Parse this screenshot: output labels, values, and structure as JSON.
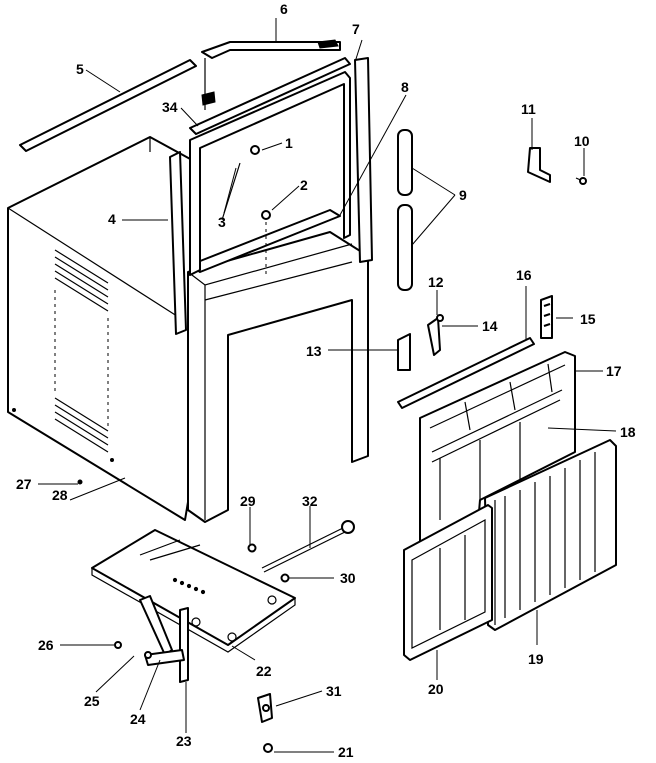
{
  "callouts": [
    {
      "n": "1"
    },
    {
      "n": "2"
    },
    {
      "n": "3"
    },
    {
      "n": "4"
    },
    {
      "n": "5"
    },
    {
      "n": "6"
    },
    {
      "n": "7"
    },
    {
      "n": "8"
    },
    {
      "n": "9"
    },
    {
      "n": "10"
    },
    {
      "n": "11"
    },
    {
      "n": "12"
    },
    {
      "n": "13"
    },
    {
      "n": "14"
    },
    {
      "n": "15"
    },
    {
      "n": "16"
    },
    {
      "n": "17"
    },
    {
      "n": "18"
    },
    {
      "n": "19"
    },
    {
      "n": "20"
    },
    {
      "n": "21"
    },
    {
      "n": "22"
    },
    {
      "n": "23"
    },
    {
      "n": "24"
    },
    {
      "n": "25"
    },
    {
      "n": "26"
    },
    {
      "n": "27"
    },
    {
      "n": "28"
    },
    {
      "n": "29"
    },
    {
      "n": "30"
    },
    {
      "n": "31"
    },
    {
      "n": "32"
    },
    {
      "n": "34"
    }
  ]
}
